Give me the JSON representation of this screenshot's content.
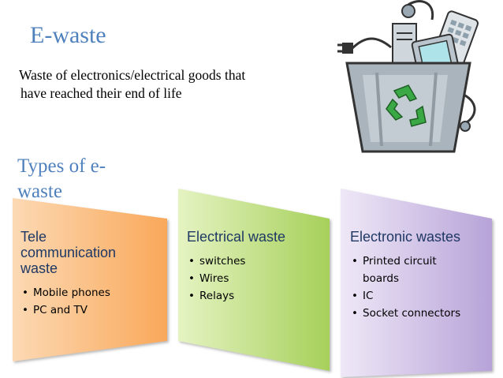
{
  "slide": {
    "title": "E-waste",
    "subtitle_line1": "Waste of electronics/electrical goods that",
    "subtitle_line2": "have reached their end of life",
    "types_line1": "Types of e-",
    "types_line2": "waste"
  },
  "cards": [
    {
      "heading": [
        "Tele",
        "communication",
        "waste"
      ],
      "items": [
        "Mobile phones",
        "PC and TV"
      ],
      "gradient": [
        "#fcd9b3",
        "#f9a85a"
      ]
    },
    {
      "heading": [
        "Electrical waste"
      ],
      "items": [
        "switches",
        "Wires",
        "Relays"
      ],
      "gradient": [
        "#e5f3c2",
        "#a6d05a"
      ]
    },
    {
      "heading": [
        "Electronic wastes"
      ],
      "items": [
        "Printed circuit",
        "boards",
        "IC",
        "Socket connectors"
      ],
      "gradient": [
        "#efe8f7",
        "#b7a3d8"
      ]
    }
  ],
  "colors": {
    "accent": "#4f81bd",
    "heading": "#1f3864"
  },
  "icons": {
    "illustration": "recycle-bin-electronics-icon"
  }
}
